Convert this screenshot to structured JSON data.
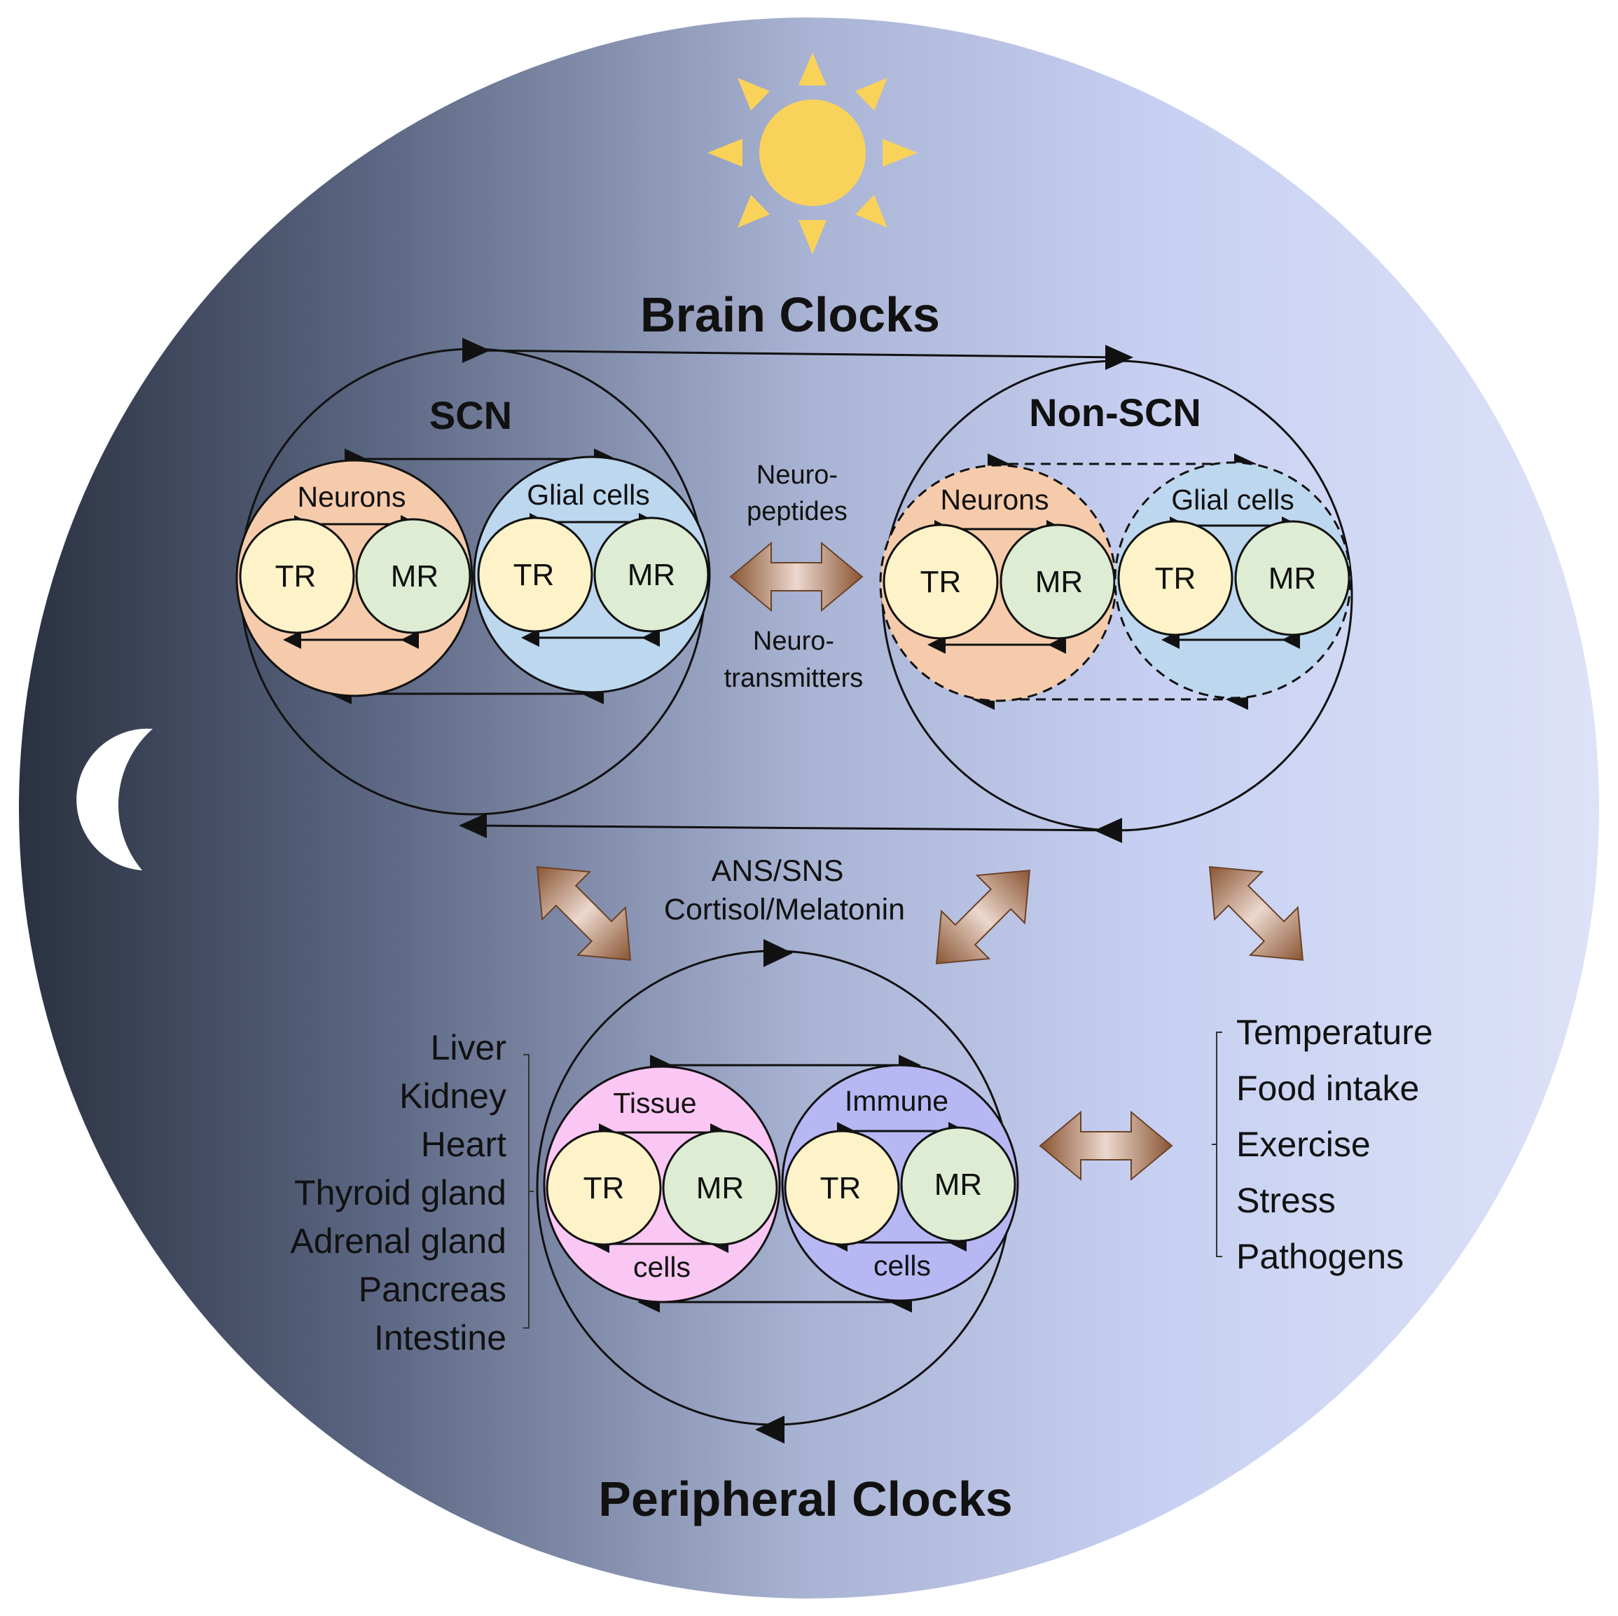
{
  "titles": {
    "brain": "Brain Clocks",
    "peripheral": "Peripheral Clocks"
  },
  "scn": {
    "title": "SCN",
    "neurons": "Neurons",
    "glial": "Glial cells",
    "tr": "TR",
    "mr": "MR"
  },
  "nonscn": {
    "title": "Non-SCN",
    "neurons": "Neurons",
    "glial": "Glial cells",
    "tr": "TR",
    "mr": "MR"
  },
  "brain_link": {
    "top": [
      "Neuro-",
      "peptides"
    ],
    "bottom": [
      "Neuro-",
      "transmitters"
    ]
  },
  "signals": [
    "ANS/SNS",
    "Cortisol/Melatonin"
  ],
  "peripheral": {
    "tissue": [
      "Tissue",
      "cells"
    ],
    "immune": [
      "Immune",
      "cells"
    ],
    "tr": "TR",
    "mr": "MR"
  },
  "organs": [
    "Liver",
    "Kidney",
    "Heart",
    "Thyroid gland",
    "Adrenal gland",
    "Pancreas",
    "Intestine"
  ],
  "factors": [
    "Temperature",
    "Food intake",
    "Exercise",
    "Stress",
    "Pathogens"
  ],
  "icons": {
    "day": "sun-icon",
    "night": "moon-icon"
  },
  "colors": {
    "night": "#2a3140",
    "day": "#dde2f7",
    "sun": "#f9d25a",
    "neurons": "#f5cbab",
    "glial": "#bcd7ee",
    "tr": "#fdf2c8",
    "mr": "#ddecd2",
    "tissue": "#fac6f3",
    "immune": "#b7b7f4",
    "arrow": "#a5704c"
  }
}
